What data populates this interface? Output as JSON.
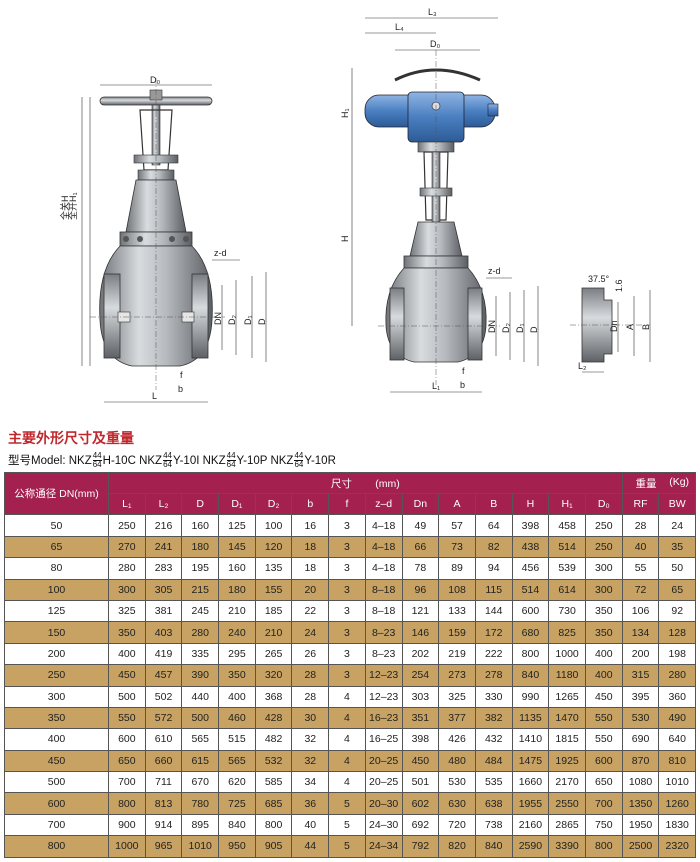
{
  "title": "主要外形尺寸及重量",
  "model": {
    "prefix": "型号Model:",
    "items": [
      {
        "pre": "NKZ",
        "top": "44",
        "bottom": "64",
        "post": "H-10C"
      },
      {
        "pre": "NKZ",
        "top": "44",
        "bottom": "64",
        "post": "Y-10I"
      },
      {
        "pre": "NKZ",
        "top": "44",
        "bottom": "64",
        "post": "Y-10P"
      },
      {
        "pre": "NKZ",
        "top": "44",
        "bottom": "64",
        "post": "Y-10R"
      }
    ]
  },
  "drawing_labels": {
    "d0": "D₀",
    "h": "全关H",
    "h1": "全开H₁",
    "zd": "z-d",
    "dn": "DN",
    "d2": "D₂",
    "d1": "D₁",
    "d": "D",
    "f": "f",
    "b": "b",
    "l": "L",
    "l1": "L₁",
    "l2": "L₂",
    "l3": "L₃",
    "l4": "L₄",
    "hh": "H",
    "hh1": "H₁",
    "a": "A",
    "bb": "B",
    "angle": "37.5°",
    "v16": "1.6",
    "dn2": "Dn"
  },
  "table": {
    "nominal_label": "公称通径 DN(mm)",
    "size_label": "尺寸",
    "size_unit": "(mm)",
    "weight_label": "重量",
    "weight_unit": "(Kg)",
    "columns": [
      "L₁",
      "L₂",
      "D",
      "D₁",
      "D₂",
      "b",
      "f",
      "z–d",
      "Dn",
      "A",
      "B",
      "H",
      "H₁",
      "D₀",
      "RF",
      "BW"
    ],
    "rows": [
      [
        "50",
        "250",
        "216",
        "160",
        "125",
        "100",
        "16",
        "3",
        "4–18",
        "49",
        "57",
        "64",
        "398",
        "458",
        "250",
        "28",
        "24"
      ],
      [
        "65",
        "270",
        "241",
        "180",
        "145",
        "120",
        "18",
        "3",
        "4–18",
        "66",
        "73",
        "82",
        "438",
        "514",
        "250",
        "40",
        "35"
      ],
      [
        "80",
        "280",
        "283",
        "195",
        "160",
        "135",
        "18",
        "3",
        "4–18",
        "78",
        "89",
        "94",
        "456",
        "539",
        "300",
        "55",
        "50"
      ],
      [
        "100",
        "300",
        "305",
        "215",
        "180",
        "155",
        "20",
        "3",
        "8–18",
        "96",
        "108",
        "115",
        "514",
        "614",
        "300",
        "72",
        "65"
      ],
      [
        "125",
        "325",
        "381",
        "245",
        "210",
        "185",
        "22",
        "3",
        "8–18",
        "121",
        "133",
        "144",
        "600",
        "730",
        "350",
        "106",
        "92"
      ],
      [
        "150",
        "350",
        "403",
        "280",
        "240",
        "210",
        "24",
        "3",
        "8–23",
        "146",
        "159",
        "172",
        "680",
        "825",
        "350",
        "134",
        "128"
      ],
      [
        "200",
        "400",
        "419",
        "335",
        "295",
        "265",
        "26",
        "3",
        "8–23",
        "202",
        "219",
        "222",
        "800",
        "1000",
        "400",
        "200",
        "198"
      ],
      [
        "250",
        "450",
        "457",
        "390",
        "350",
        "320",
        "28",
        "3",
        "12–23",
        "254",
        "273",
        "278",
        "840",
        "1180",
        "400",
        "315",
        "280"
      ],
      [
        "300",
        "500",
        "502",
        "440",
        "400",
        "368",
        "28",
        "4",
        "12–23",
        "303",
        "325",
        "330",
        "990",
        "1265",
        "450",
        "395",
        "360"
      ],
      [
        "350",
        "550",
        "572",
        "500",
        "460",
        "428",
        "30",
        "4",
        "16–23",
        "351",
        "377",
        "382",
        "1135",
        "1470",
        "550",
        "530",
        "490"
      ],
      [
        "400",
        "600",
        "610",
        "565",
        "515",
        "482",
        "32",
        "4",
        "16–25",
        "398",
        "426",
        "432",
        "1410",
        "1815",
        "550",
        "690",
        "640"
      ],
      [
        "450",
        "650",
        "660",
        "615",
        "565",
        "532",
        "32",
        "4",
        "20–25",
        "450",
        "480",
        "484",
        "1475",
        "1925",
        "600",
        "870",
        "810"
      ],
      [
        "500",
        "700",
        "711",
        "670",
        "620",
        "585",
        "34",
        "4",
        "20–25",
        "501",
        "530",
        "535",
        "1660",
        "2170",
        "650",
        "1080",
        "1010"
      ],
      [
        "600",
        "800",
        "813",
        "780",
        "725",
        "685",
        "36",
        "5",
        "20–30",
        "602",
        "630",
        "638",
        "1955",
        "2550",
        "700",
        "1350",
        "1260"
      ],
      [
        "700",
        "900",
        "914",
        "895",
        "840",
        "800",
        "40",
        "5",
        "24–30",
        "692",
        "720",
        "738",
        "2160",
        "2865",
        "750",
        "1950",
        "1830"
      ],
      [
        "800",
        "1000",
        "965",
        "1010",
        "950",
        "905",
        "44",
        "5",
        "24–34",
        "792",
        "820",
        "840",
        "2590",
        "3390",
        "800",
        "2500",
        "2320"
      ]
    ]
  },
  "colors": {
    "header": "#a4204f",
    "gold_row": "#c7a263",
    "title": "#c0272d",
    "actuator": "#4a7fc1"
  }
}
